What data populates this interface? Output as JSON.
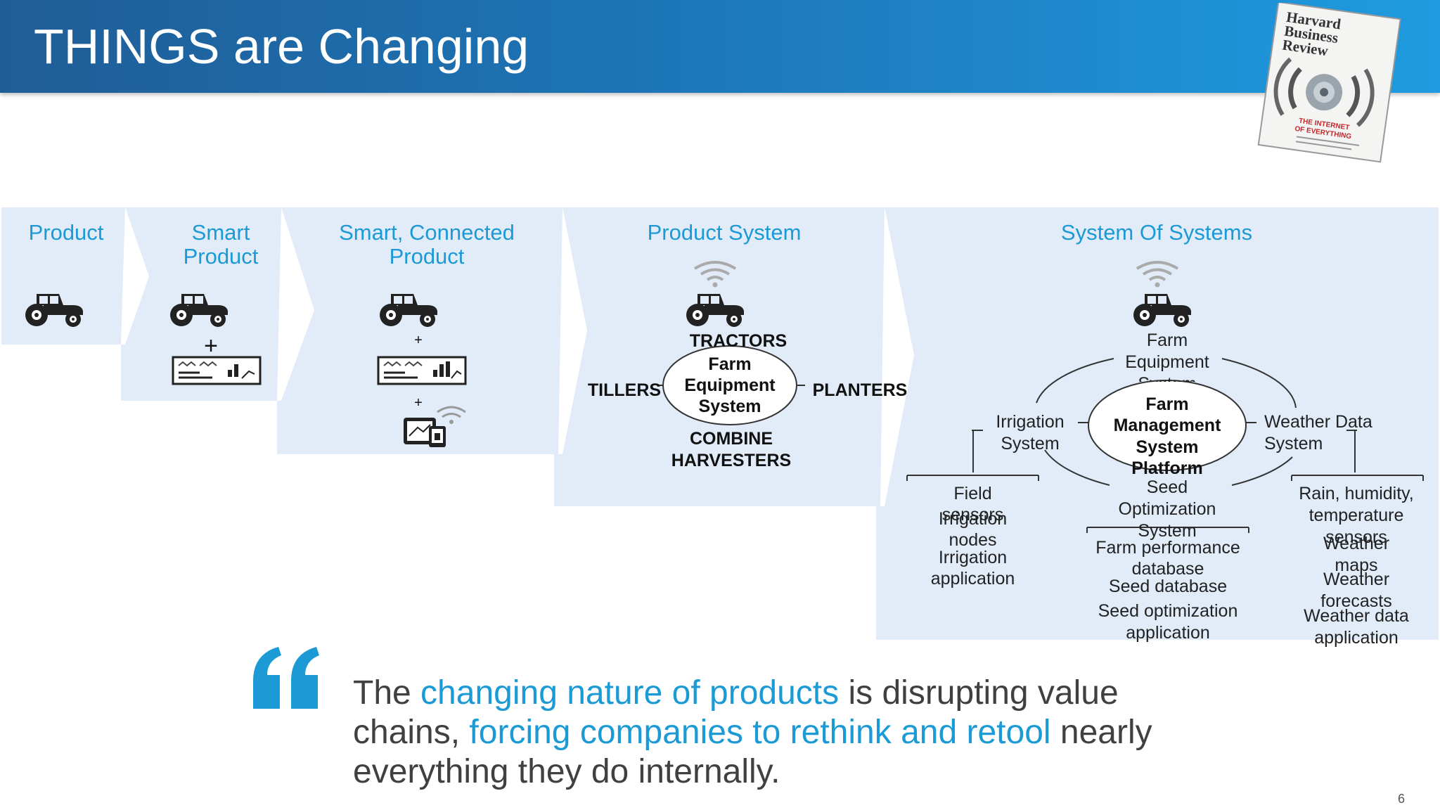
{
  "header": {
    "title": "THINGS are Changing"
  },
  "magazine": {
    "brand_lines": [
      "Harvard",
      "Business",
      "Review"
    ],
    "cover_headline_lines": [
      "THE INTERNET",
      "OF EVERYTHING"
    ]
  },
  "colors": {
    "accent": "#1b9ad6",
    "banner": "#1d75b6",
    "panel": "#e1ecf8"
  },
  "stages": [
    {
      "title": "Product"
    },
    {
      "title_lines": [
        "Smart",
        "Product"
      ]
    },
    {
      "title_lines": [
        "Smart, Connected",
        "Product"
      ]
    },
    {
      "title": "Product System"
    },
    {
      "title": "System Of Systems"
    }
  ],
  "symbols": {
    "plus": "+"
  },
  "icons": {
    "tractor": "tractor-icon",
    "wifi": "wifi-icon",
    "sensor_panel": "sensor-panel-icon",
    "devices": "devices-icon",
    "quote": "quote-icon"
  },
  "product_system": {
    "center_lines": [
      "Farm",
      "Equipment",
      "System"
    ],
    "top": "TRACTORS",
    "left": "TILLERS",
    "right": "PLANTERS",
    "bottom_lines": [
      "COMBINE",
      "HARVESTERS"
    ]
  },
  "system_of_systems": {
    "center_lines": [
      "Farm",
      "Management",
      "System",
      "Platform"
    ],
    "top_lines": [
      "Farm",
      "Equipment",
      "System"
    ],
    "left_lines": [
      "Irrigation",
      "System"
    ],
    "right_lines": [
      "Weather Data",
      "System"
    ],
    "bottom_lines": [
      "Seed",
      "Optimization",
      "System"
    ],
    "irrigation_items": [
      [
        "Field",
        "sensors"
      ],
      [
        "Irrigation",
        "nodes"
      ],
      [
        "Irrigation",
        "application"
      ]
    ],
    "seed_items": [
      [
        "Farm performance",
        "database"
      ],
      [
        "Seed database"
      ],
      [
        "Seed optimization",
        "application"
      ]
    ],
    "weather_items": [
      [
        "Rain, humidity,",
        "temperature",
        "sensors"
      ],
      [
        "Weather",
        "maps"
      ],
      [
        "Weather",
        "forecasts"
      ],
      [
        "Weather data",
        "application"
      ]
    ]
  },
  "quote": {
    "p1": "The ",
    "h1": "changing nature of products",
    "p2": " is disrupting value chains, ",
    "h2": "forcing companies to rethink and retool",
    "p3": " nearly everything they do internally."
  },
  "page_number": "6"
}
